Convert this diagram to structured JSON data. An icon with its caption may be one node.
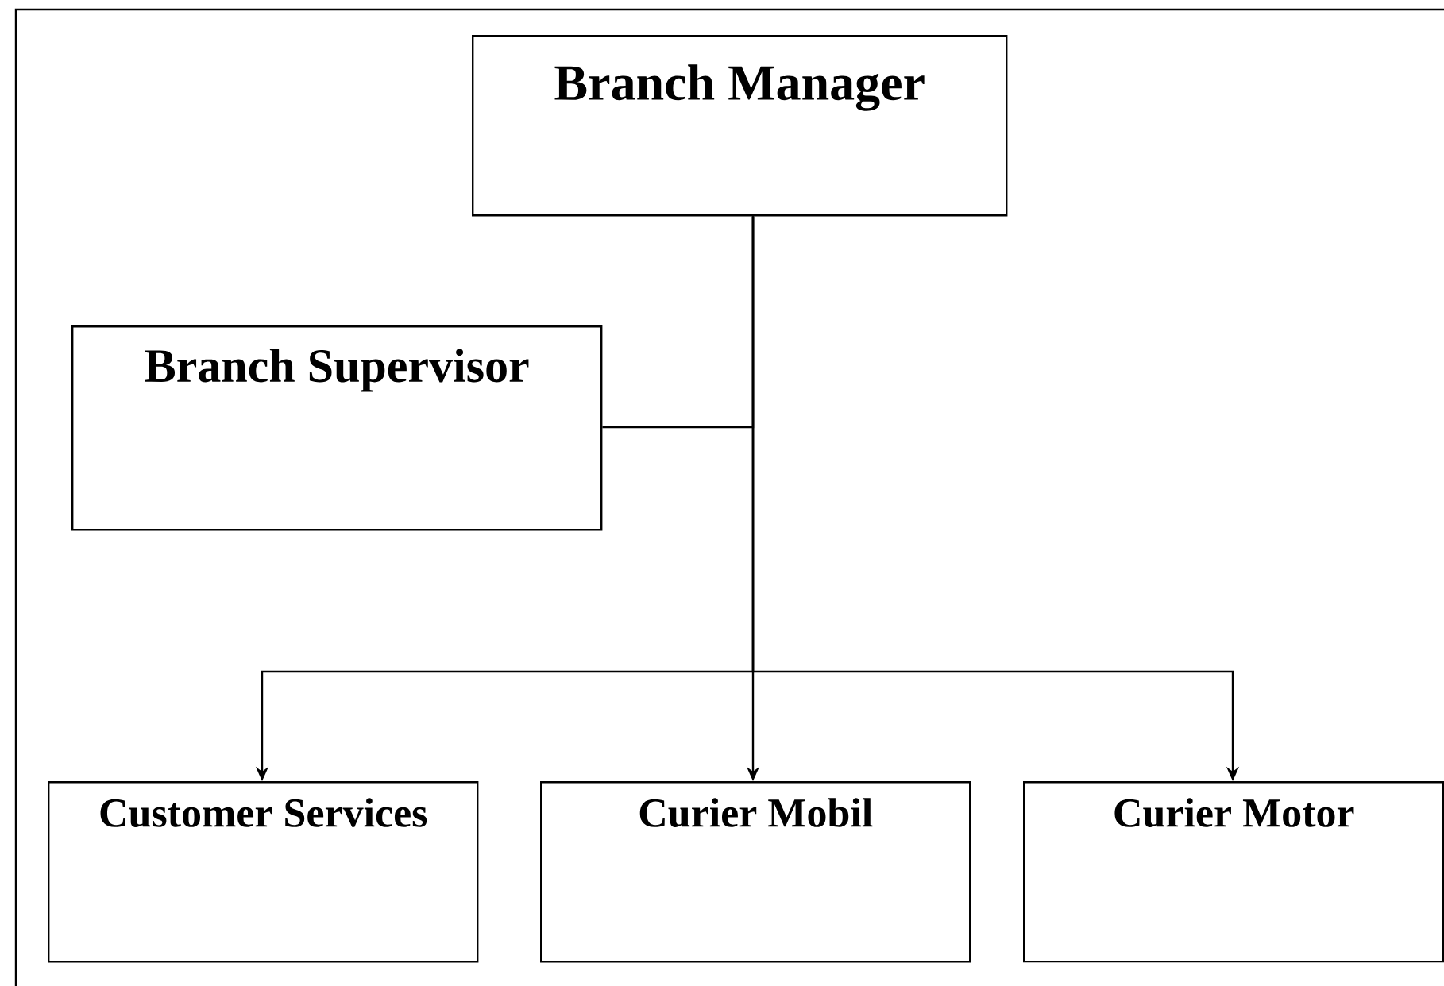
{
  "diagram": {
    "nodes": [
      {
        "text": [
          "Branch Manager"
        ]
      },
      {
        "text": [
          "Branch Supervisor"
        ]
      },
      {
        "text": [
          "Customer Services"
        ]
      },
      {
        "text": [
          "Curier Mobil"
        ]
      },
      {
        "text": [
          "Curier Motor"
        ]
      }
    ],
    "edges": [
      {
        "from": 0,
        "to": 1,
        "arrow": "none"
      },
      {
        "from": 0,
        "to": 2,
        "arrow": "to"
      },
      {
        "from": 0,
        "to": 3,
        "arrow": "to"
      },
      {
        "from": 0,
        "to": 4,
        "arrow": "to"
      }
    ]
  }
}
